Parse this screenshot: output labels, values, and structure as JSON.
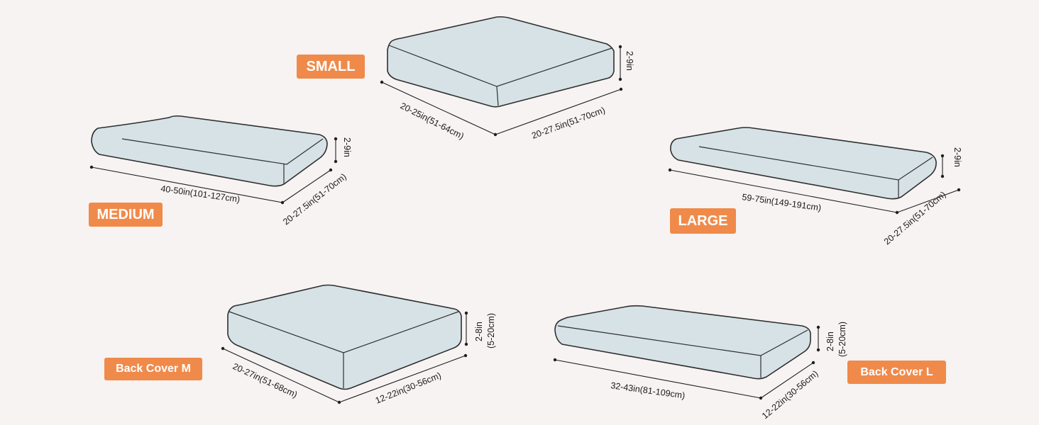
{
  "labels": {
    "small": "SMALL",
    "medium": "MEDIUM",
    "large": "LARGE",
    "back_m": "Back Cover M",
    "back_l": "Back Cover L"
  },
  "small": {
    "width": "20-25in(51-64cm)",
    "depth": "20-27.5in(51-70cm)",
    "height": "2-9in"
  },
  "medium": {
    "width": "40-50in(101-127cm)",
    "depth": "20-27.5in(51-70cm)",
    "height": "2-9in"
  },
  "large": {
    "width": "59-75in(149-191cm)",
    "depth": "20-27.5in(51-70cm)",
    "height": "2-9in"
  },
  "back_m": {
    "width": "20-27in(51-68cm)",
    "depth": "12-22in(30-56cm)",
    "height_line1": "2-8in",
    "height_line2": "(5-20cm)"
  },
  "back_l": {
    "width": "32-43in(81-109cm)",
    "depth": "12-22in(30-56cm)",
    "height_line1": "2-8in",
    "height_line2": "(5-20cm)"
  },
  "colors": {
    "badge": "#f08a4a",
    "cushion": "#d6e2e6",
    "background": "#f7f3f2"
  }
}
